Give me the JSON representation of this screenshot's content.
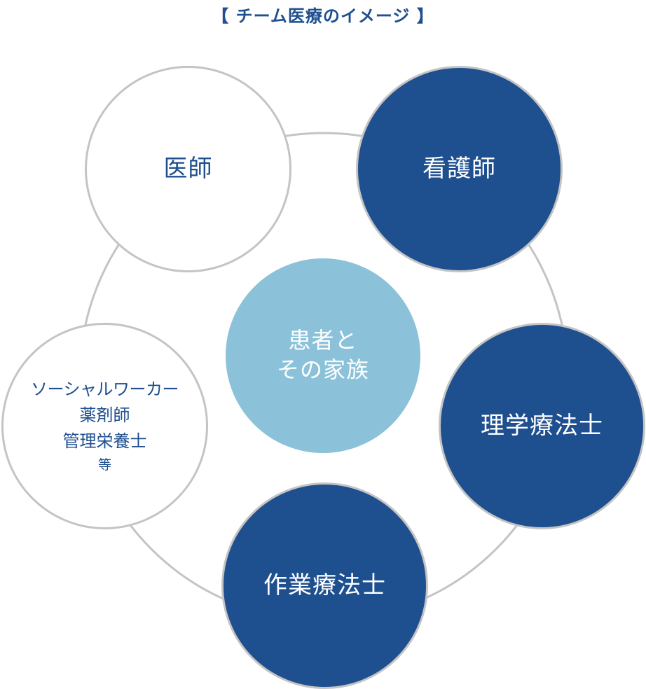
{
  "title": "【 チーム医療のイメージ 】",
  "nodes": {
    "doctor": {
      "label": "医師"
    },
    "nurse": {
      "label": "看護師"
    },
    "physical_therapist": {
      "label": "理学療法士"
    },
    "occupational_therapist": {
      "label": "作業療法士"
    },
    "others": {
      "lines": [
        "ソーシャルワーカー",
        "薬剤師",
        "管理栄養士",
        "等"
      ]
    },
    "center": {
      "lines": [
        "患者と",
        "その家族"
      ]
    }
  },
  "colors": {
    "navy": "#1e4f8f",
    "light_blue": "#8bc2d9",
    "ring_gray": "#c4c4c4",
    "white": "#ffffff"
  }
}
